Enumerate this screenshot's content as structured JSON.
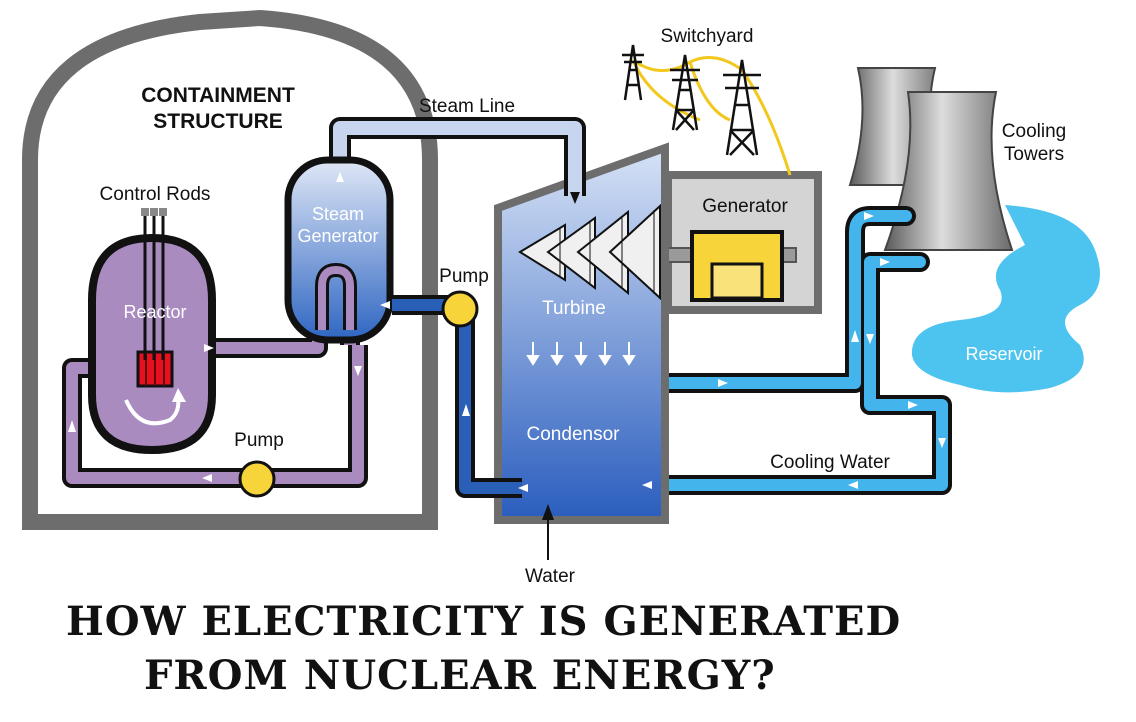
{
  "labels": {
    "containment_line1": "CONTAINMENT",
    "containment_line2": "STRUCTURE",
    "control_rods": "Control Rods",
    "reactor": "Reactor",
    "steam_generator_line1": "Steam",
    "steam_generator_line2": "Generator",
    "steam_line": "Steam Line",
    "pump_top": "Pump",
    "pump_bottom": "Pump",
    "switchyard": "Switchyard",
    "generator": "Generator",
    "turbine": "Turbine",
    "condensor": "Condensor",
    "cooling_towers_line1": "Cooling",
    "cooling_towers_line2": "Towers",
    "reservoir": "Reservoir",
    "cooling_water": "Cooling Water",
    "water": "Water"
  },
  "caption": {
    "line1": "HOW ELECTRICITY IS GENERATED",
    "line2": "FROM NUCLEAR ENERGY?"
  },
  "colors": {
    "containment": "#6d6d6d",
    "reactor_fill": "#a98bc0",
    "primary_loop": "#a98bc0",
    "core": "#e8101e",
    "steam_line": "#c7d6ee",
    "feedwater": "#2a5fb8",
    "cooling_loop": "#43b5ec",
    "pump": "#f6d43a",
    "generator_rotor": "#f6d43a",
    "reservoir": "#4dc3ef",
    "tower_gray": "#8a8a8a"
  }
}
